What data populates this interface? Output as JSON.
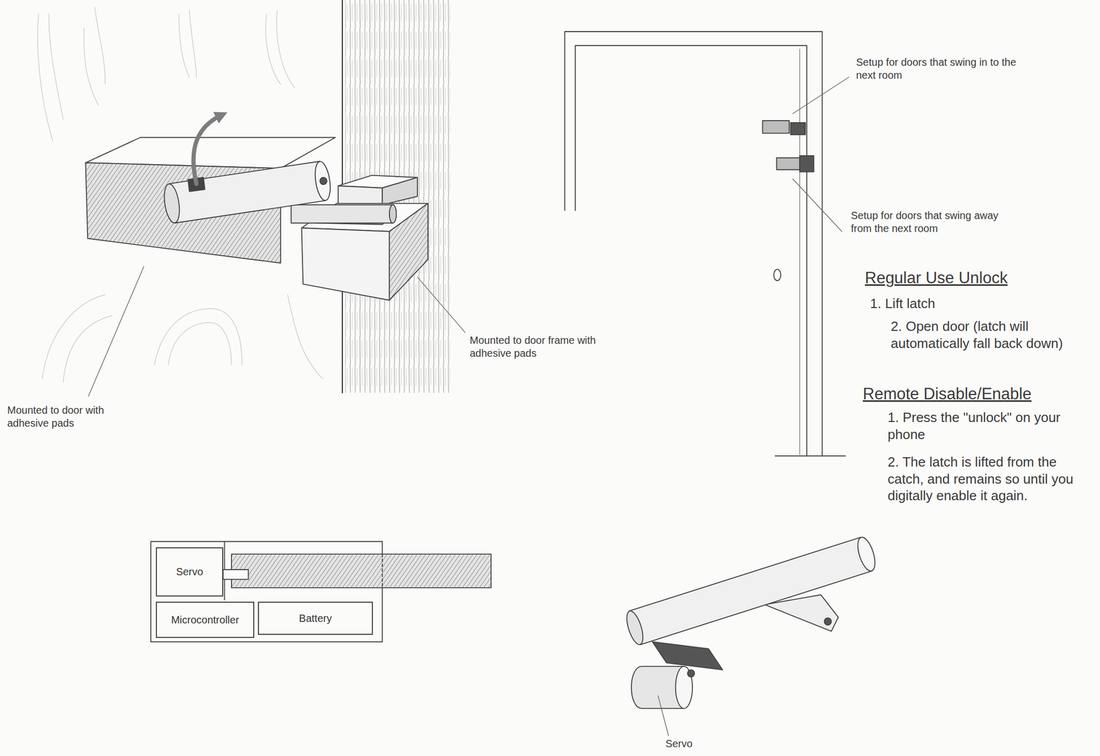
{
  "diagram": {
    "nodes": [
      {
        "text": [
          "Servo"
        ]
      },
      {
        "text": [
          "Microcontroller"
        ]
      },
      {
        "text": [
          "Battery"
        ]
      }
    ],
    "labels": [
      "Setup for doors that swing in to the next room",
      "Setup for doors that swing away from the next room",
      "Regular Use Unlock",
      "1. Lift latch",
      "2. Open door (latch will automatically fall back down)",
      "Remote Disable/Enable",
      "1. Press the \"unlock\" on your phone",
      "2. The latch is lifted from the catch, and remains so until you digitally enable it again.",
      "Mounted to door frame with adhesive pads",
      "Mounted to door with adhesive pads",
      "Servo"
    ]
  }
}
